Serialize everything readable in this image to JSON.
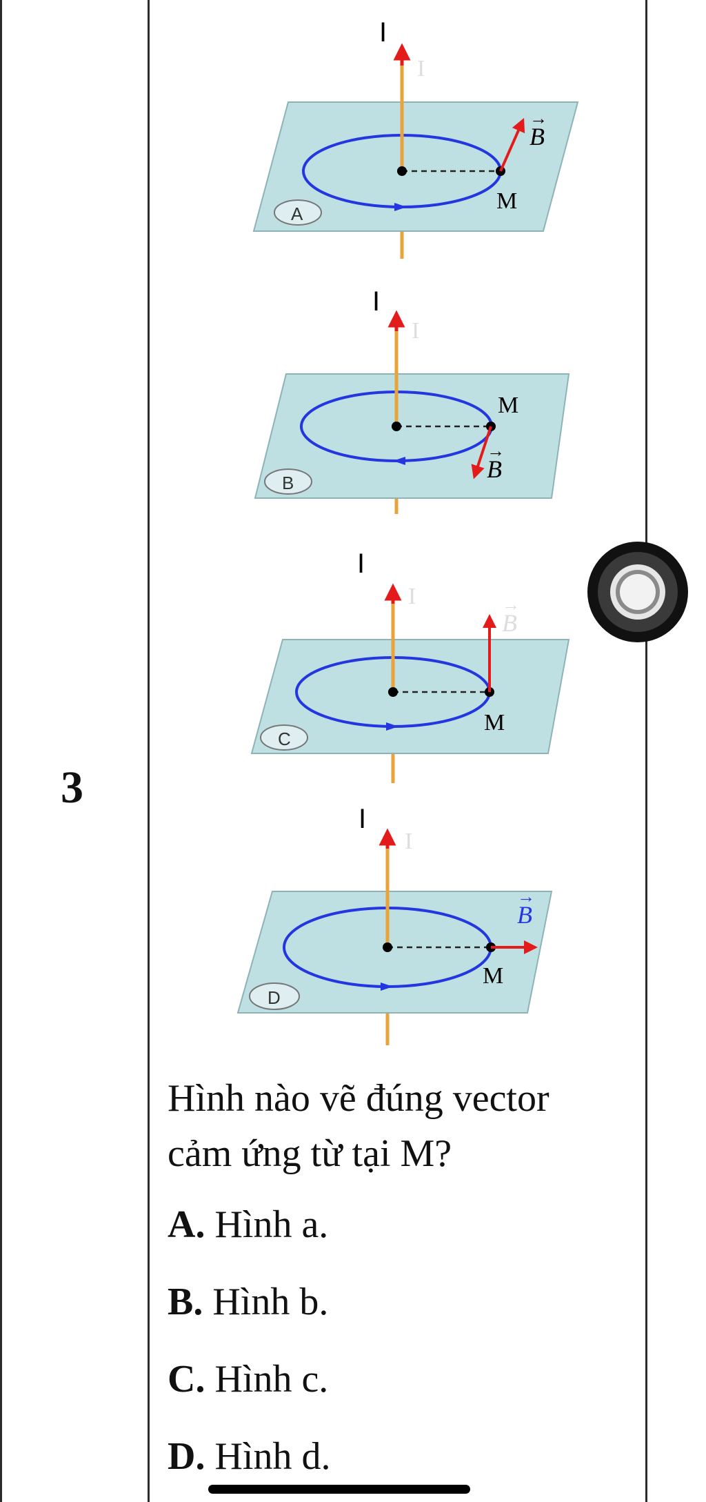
{
  "question_number": "3",
  "figures": [
    {
      "id": "A",
      "wire_label": "I",
      "current_label": "I",
      "field_label": "B",
      "point_label": "M"
    },
    {
      "id": "B",
      "wire_label": "I",
      "current_label": "I",
      "field_label": "B",
      "point_label": "M"
    },
    {
      "id": "C",
      "wire_label": "I",
      "current_label": "I",
      "field_label": "B",
      "point_label": "M"
    },
    {
      "id": "D",
      "wire_label": "I",
      "current_label": "I",
      "field_label": "B",
      "point_label": "M"
    }
  ],
  "question_text": "Hình nào vẽ đúng vector cảm ứng từ tại M?",
  "options": [
    {
      "letter": "A.",
      "text": " Hình a."
    },
    {
      "letter": "B.",
      "text": " Hình b."
    },
    {
      "letter": "C.",
      "text": " Hình c."
    },
    {
      "letter": "D.",
      "text": " Hình d."
    }
  ],
  "colors": {
    "plane_fill": "#bfe0e3",
    "wire": "#e8a33a",
    "loop": "#2436e0",
    "vector": "#e41b1b",
    "border": "#2b2b2b"
  }
}
